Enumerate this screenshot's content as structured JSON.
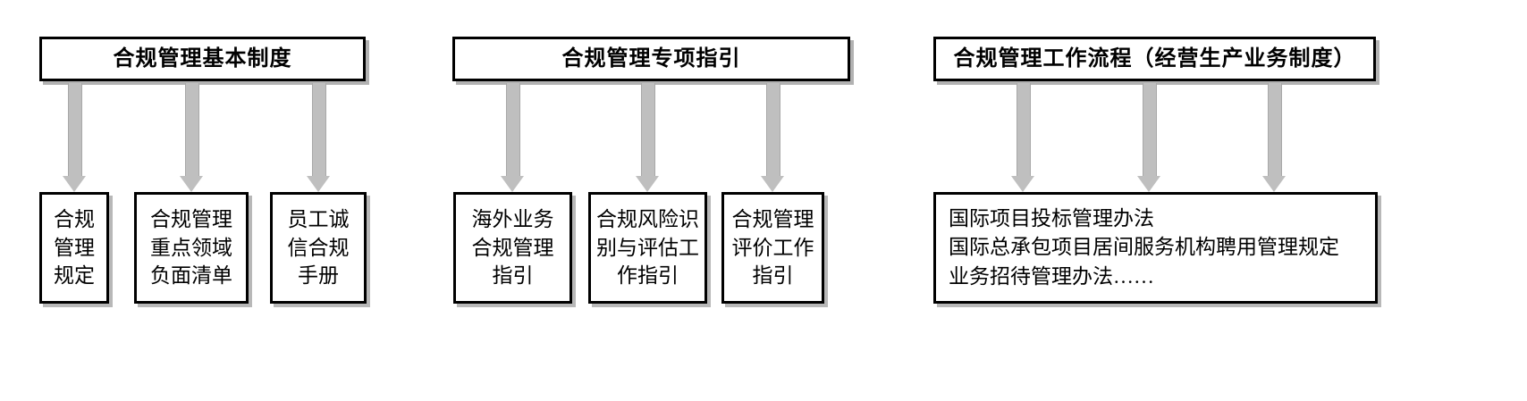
{
  "diagram": {
    "title_hidden": "",
    "colors": {
      "box_border": "#000000",
      "arrow_fill": "#bfbfbf",
      "background": "#ffffff",
      "text": "#000000"
    },
    "groups": [
      {
        "id": "basic",
        "header": "合规管理基本制度",
        "arrow_count": 3,
        "items": [
          "合规\n管理\n规定",
          "合规管理\n重点领域\n负面清单",
          "员工诚\n信合规\n手册"
        ]
      },
      {
        "id": "special",
        "header": "合规管理专项指引",
        "arrow_count": 3,
        "items": [
          "海外业务\n合规管理\n指引",
          "合规风险识\n别与评估工\n作指引",
          "合规管理\n评价工作\n指引"
        ]
      },
      {
        "id": "workflow",
        "header": "合规管理工作流程（经营生产业务制度）",
        "arrow_count": 3,
        "items": [
          "国际项目投标管理办法\n国际总承包项目居间服务机构聘用管理规定\n业务招待管理办法……"
        ]
      }
    ]
  }
}
